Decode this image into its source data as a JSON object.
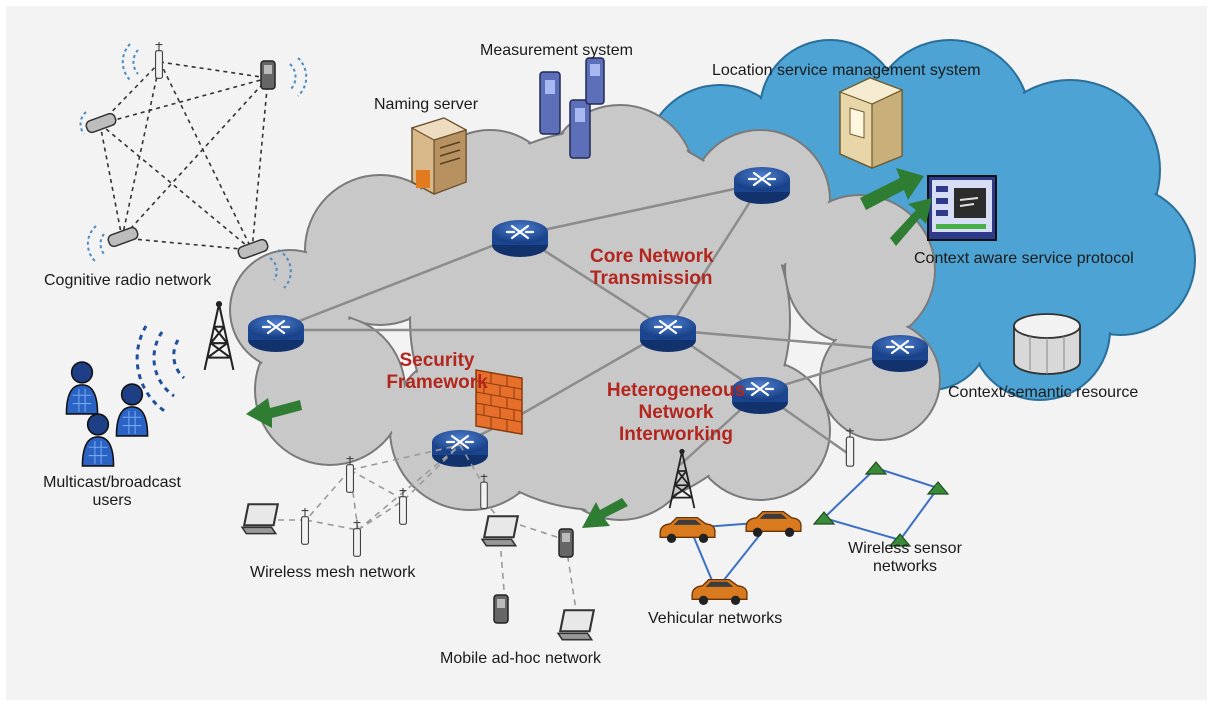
{
  "labels": {
    "measurement_system": "Measurement system",
    "location_service": "Location service management system",
    "naming_server": "Naming server",
    "cognitive_radio": "Cognitive radio network",
    "core_network_line1": "Core Network",
    "core_network_line2": "Transmission",
    "context_protocol": "Context aware service protocol",
    "security_line1": "Security",
    "security_line2": "Framework",
    "hetero_line1": "Heterogeneous",
    "hetero_line2": "Network",
    "hetero_line3": "Interworking",
    "context_resource": "Context/semantic resource",
    "multicast_line1": "Multicast/broadcast",
    "multicast_line2": "users",
    "wireless_mesh": "Wireless mesh network",
    "sensor_line1": "Wireless sensor",
    "sensor_line2": "networks",
    "vehicular": "Vehicular networks",
    "manet": "Mobile ad-hoc network"
  },
  "colors": {
    "core_cloud": "#c8c8c8",
    "service_cloud": "#4da3d4",
    "router": "#1f4e9c",
    "arrow": "#2e7d32",
    "emphasis_text": "#b3261e",
    "firewall": "#e66f2b",
    "car": "#d97a1f"
  }
}
